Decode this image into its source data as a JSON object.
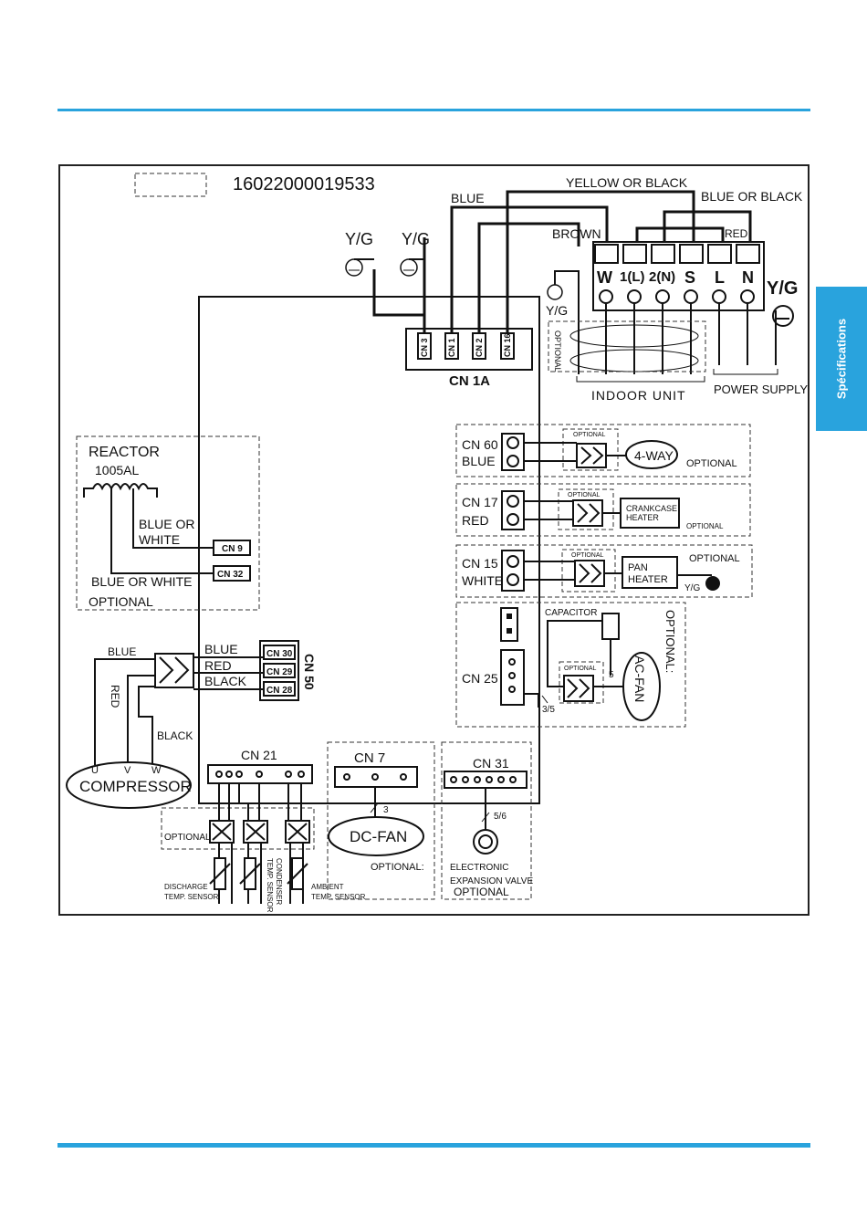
{
  "side_tab": "Spécifications",
  "diagram": {
    "part_number": "16022000019533",
    "wire_labels": {
      "yellow_or_black": "YELLOW OR BLACK",
      "blue": "BLUE",
      "blue_or_black": "BLUE OR BLACK",
      "brown": "BROWN",
      "red": "RED"
    },
    "ground_labels": {
      "yg": "Y/G"
    },
    "terminals": [
      "W",
      "1(L)",
      "2(N)",
      "S",
      "L",
      "N"
    ],
    "connectors": {
      "cn3": "CN 3",
      "cn1": "CN 1",
      "cn2": "CN 2",
      "cn16": "CN 16",
      "cn1a": "CN 1A",
      "cn60": "CN 60",
      "cn17": "CN 17",
      "cn15": "CN 15",
      "cn25": "CN 25",
      "cn9": "CN 9",
      "cn32": "CN 32",
      "cn30": "CN 30",
      "cn29": "CN 29",
      "cn28": "CN 28",
      "cn50": "CN 50",
      "cn21": "CN 21",
      "cn7": "CN 7",
      "cn31": "CN 31"
    },
    "colors": {
      "blue": "BLUE",
      "red": "RED",
      "white": "WHITE",
      "black": "BLACK"
    },
    "labels": {
      "optional_upper": "OPTIONAL",
      "optional_lower": "OPTIONAL:",
      "optional_caps": "OPTIONAL",
      "indoor_unit": "INDOOR UNIT",
      "power_supply": "POWER SUPPLY",
      "reactor": "REACTOR",
      "reactor_model": "1005AL",
      "blue_or_white": "BLUE OR WHITE",
      "blue_or": "BLUE OR",
      "white_word": "WHITE",
      "optional_mixed": "OPTIONAL",
      "four_way": "4-WAY",
      "crankcase": "CRANKCASE",
      "heater": "HEATER",
      "pan": "PAN",
      "capacitor": "CAPACITOR",
      "ac_fan": "AC-FAN",
      "compressor": "COMPRESSOR",
      "u": "U",
      "v": "V",
      "wv": "W",
      "dc_fan": "DC-FAN",
      "three": "3",
      "five": "5",
      "three_five": "3/5",
      "five_six": "5/6",
      "electronic": "ELECTRONIC",
      "expansion_valve": "EXPANSION VALVE",
      "discharge": "DISCHARGE",
      "temp_sensor": "TEMP. SENSOR",
      "condenser": "CONDENSER",
      "ambient": "AMBIENT"
    }
  }
}
